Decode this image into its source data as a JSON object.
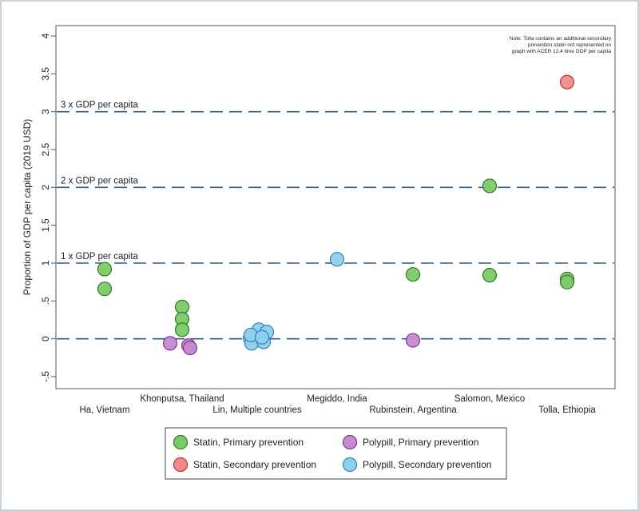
{
  "chart_data": {
    "type": "scatter",
    "title": "",
    "ylabel": "Proportion of GDP per capita (2019 USD)",
    "xlabel": "",
    "ylim": [
      -0.5,
      4.0
    ],
    "yticks": [
      4,
      3.5,
      3,
      2.5,
      2,
      1.5,
      1,
      0.5,
      0,
      -0.5
    ],
    "ytick_labels": [
      "4",
      "3.5",
      "3",
      "2.5",
      "2",
      "1.5",
      "1",
      ".5",
      "0",
      "-.5"
    ],
    "grid": false,
    "legend_position": "bottom",
    "categories": [
      "Ha, Vietnam",
      "Khonputsa, Thailand",
      "Lin, Multiple countries",
      "Megiddo, India",
      "Rubinstein, Argentina",
      "Salomon, Mexico",
      "Tolla, Ethiopia"
    ],
    "reference_lines": [
      {
        "value": 3,
        "label": "3 x GDP per capita"
      },
      {
        "value": 2,
        "label": "2 x GDP per capita"
      },
      {
        "value": 1,
        "label": "1 x GDP per capita"
      },
      {
        "value": 0,
        "label": ""
      }
    ],
    "note": [
      "Note: Tolla contains an additional secondary",
      "prevention statin not represented on",
      "graph with ACER 12.4 time GDP per capita"
    ],
    "series": [
      {
        "name": "Statin, Primary prevention",
        "color": "#7cc96a",
        "stroke": "#2f7d26",
        "points": [
          {
            "category": "Ha, Vietnam",
            "y": 0.92
          },
          {
            "category": "Ha, Vietnam",
            "y": 0.66
          },
          {
            "category": "Khonputsa, Thailand",
            "y": 0.42
          },
          {
            "category": "Khonputsa, Thailand",
            "y": 0.26
          },
          {
            "category": "Khonputsa, Thailand",
            "y": 0.12
          },
          {
            "category": "Rubinstein, Argentina",
            "y": 0.85
          },
          {
            "category": "Salomon, Mexico",
            "y": 2.02
          },
          {
            "category": "Salomon, Mexico",
            "y": 0.84
          },
          {
            "category": "Tolla, Ethiopia",
            "y": 0.79
          },
          {
            "category": "Tolla, Ethiopia",
            "y": 0.75
          }
        ]
      },
      {
        "name": "Statin, Secondary prevention",
        "color": "#f08b8b",
        "stroke": "#c0302b",
        "points": [
          {
            "category": "Tolla, Ethiopia",
            "y": 3.39
          }
        ]
      },
      {
        "name": "Polypill, Primary prevention",
        "color": "#c58ad0",
        "stroke": "#7d3a8b",
        "points": [
          {
            "category": "Khonputsa, Thailand",
            "y": -0.06
          },
          {
            "category": "Khonputsa, Thailand",
            "y": -0.09
          },
          {
            "category": "Khonputsa, Thailand",
            "y": -0.12
          },
          {
            "category": "Rubinstein, Argentina",
            "y": -0.02
          }
        ]
      },
      {
        "name": "Polypill, Secondary prevention",
        "color": "#8fd0ee",
        "stroke": "#2f86b3",
        "points": [
          {
            "category": "Megiddo, India",
            "y": 1.05
          },
          {
            "category": "Lin, Multiple countries",
            "y": 0.01
          },
          {
            "category": "Lin, Multiple countries",
            "y": -0.06
          },
          {
            "category": "Lin, Multiple countries",
            "y": 0.12
          },
          {
            "category": "Lin, Multiple countries",
            "y": 0.05
          },
          {
            "category": "Lin, Multiple countries",
            "y": -0.04
          },
          {
            "category": "Lin, Multiple countries",
            "y": 0.09
          },
          {
            "category": "Lin, Multiple countries",
            "y": 0.02
          }
        ]
      }
    ],
    "legend": [
      {
        "label": "Statin, Primary prevention",
        "series": 0
      },
      {
        "label": "Polypill, Primary prevention",
        "series": 2
      },
      {
        "label": "Statin, Secondary prevention",
        "series": 1
      },
      {
        "label": "Polypill, Secondary prevention",
        "series": 3
      }
    ]
  }
}
